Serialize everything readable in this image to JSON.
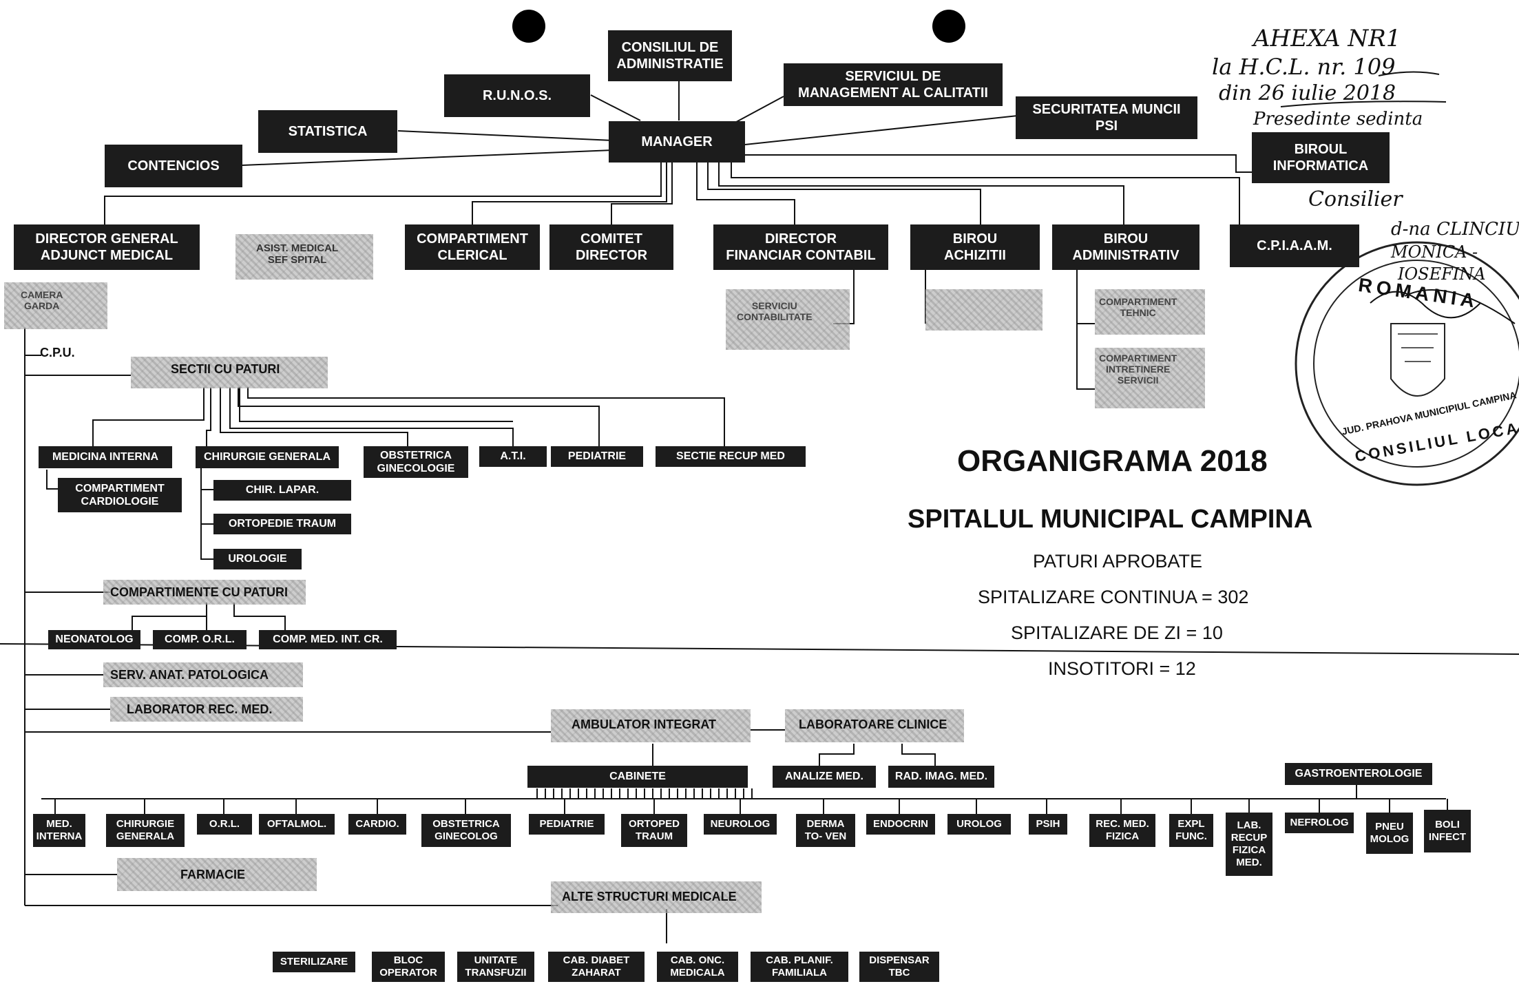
{
  "top_boxes": {
    "consiliul": "CONSILIUL DE\nADMINISTRATIE",
    "runos": "R.U.N.O.S.",
    "serviciul_calitate": "SERVICIUL DE\nMANAGEMENT AL CALITATII",
    "statistica": "STATISTICA",
    "manager": "MANAGER",
    "securitatea": "SECURITATEA MUNCII\nPSI",
    "contencios": "CONTENCIOS",
    "birou_informatica": "BIROUL\nINFORMATICA"
  },
  "level2": {
    "director_medical": "DIRECTOR GENERAL\nADJUNCT MEDICAL",
    "asist_medical_sef": "ASIST. MEDICAL\nSEF SPITAL",
    "compartiment_clerical": "COMPARTIMENT\nCLERICAL",
    "comitet_director": "COMITET\nDIRECTOR",
    "director_financiar": "DIRECTOR\nFINANCIAR CONTABIL",
    "birou_achizitii": "BIROU\nACHIZITII",
    "birou_administrativ": "BIROU\nADMINISTRATIV",
    "cpiaam": "C.P.I.A.A.M."
  },
  "faded_labels": {
    "camera_garda": "CAMERA\nGARDA",
    "serviciu_contabilitate": "SERVICIU\nCONTABILITATE",
    "compartiment_tehnic": "COMPARTIMENT\nTEHNIC",
    "intretinere": "COMPARTIMENT\nINTRETINERE\nSERVICII"
  },
  "medical": {
    "cpu": "C.P.U.",
    "sectii_cu_paturi": "SECTII CU PATURI",
    "medicina_interna": "MEDICINA INTERNA",
    "compartiment_cardiologie": "COMPARTIMENT\nCARDIOLOGIE",
    "chirurgie_generala": "CHIRURGIE GENERALA",
    "chir_lapar": "CHIR. LAPAR.",
    "ortopedie_traum": "ORTOPEDIE TRAUM",
    "urologie": "UROLOGIE",
    "obstetrica": "OBSTETRICA\nGINECOLOGIE",
    "ati": "A.T.I.",
    "pediatrie": "PEDIATRIE",
    "sectie_recup": "SECTIE RECUP MED",
    "compartimente_cu_paturi": "COMPARTIMENTE CU PATURI",
    "neonatolog": "NEONATOLOG",
    "comp_orl": "COMP. O.R.L.",
    "comp_med_int_cr": "COMP. MED. INT. CR.",
    "serv_anat": "SERV. ANAT. PATOLOGICA",
    "laborator_rec": "LABORATOR REC. MED.",
    "ambulator": "AMBULATOR INTEGRAT",
    "laboratoare_clinice": "LABORATOARE CLINICE",
    "analize_med": "ANALIZE MED.",
    "rad_imag": "RAD. IMAG. MED.",
    "cabinete": "CABINETE",
    "gastroenterologie": "GASTROENTEROLOGIE",
    "farmacie": "FARMACIE",
    "alte_structuri": "ALTE STRUCTURI MEDICALE"
  },
  "cabinete_list": [
    "MED.\nINTERNA",
    "CHIRURGIE\nGENERALA",
    "O.R.L.",
    "OFTALMOL.",
    "CARDIO.",
    "OBSTETRICA\nGINECOLOG",
    "PEDIATRIE",
    "ORTOPED\nTRAUM",
    "NEUROLOG",
    "DERMA\nTO- VEN",
    "ENDOCRIN",
    "UROLOG",
    "PSIH",
    "REC. MED.\nFIZICA",
    "EXPL\nFUNC.",
    "LAB.\nRECUP\nFIZICA\nMED.",
    "NEFROLOG",
    "PNEU\nMOLOG",
    "BOLI\nINFECT"
  ],
  "alte_list": [
    "STERILIZARE",
    "BLOC\nOPERATOR",
    "UNITATE\nTRANSFUZII",
    "CAB. DIABET\nZAHARAT",
    "CAB. ONC.\nMEDICALA",
    "CAB. PLANIF.\nFAMILIALA",
    "DISPENSAR\nTBC"
  ],
  "title_block": {
    "title": "ORGANIGRAMA 2018",
    "subtitle": "SPITALUL MUNICIPAL CAMPINA",
    "line1": "PATURI APROBATE",
    "line2": "SPITALIZARE CONTINUA = 302",
    "line3": "SPITALIZARE DE ZI = 10",
    "line4": "INSOTITORI = 12"
  },
  "annotations": {
    "anexa": "AHEXA NR1",
    "hcl": "la H.C.L. nr. 109",
    "din": "din 26 iulie 2018",
    "presedinte": "Presedinte sedinta",
    "consilier": "Consilier",
    "dna": "d-na CLINCIU",
    "nume": "MONICA -",
    "nume2": "IOSEFINA"
  },
  "stamp": {
    "top": "ROMANIA",
    "bottom": "CONSILIUL LOCAL",
    "inner": "JUD. PRAHOVA MUNICIPIUL CAMPINA"
  }
}
